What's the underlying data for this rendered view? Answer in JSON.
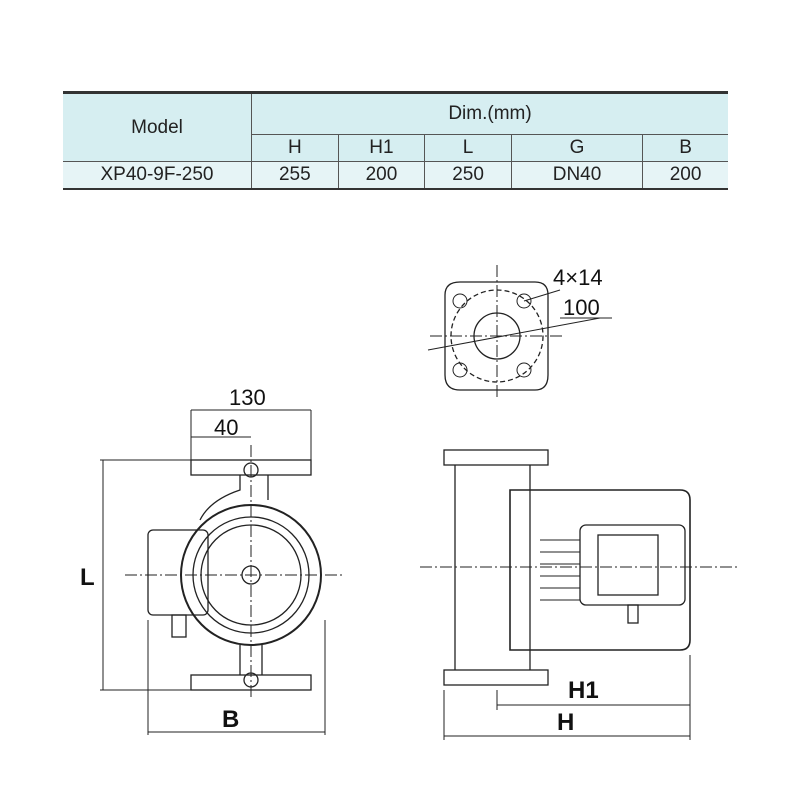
{
  "table": {
    "model_header": "Model",
    "dim_header": "Dim.(mm)",
    "columns": [
      "H",
      "H1",
      "L",
      "G",
      "B"
    ],
    "rows": [
      {
        "model": "XP40-9F-250",
        "values": [
          "255",
          "200",
          "250",
          "DN40",
          "200"
        ]
      }
    ]
  },
  "drawing": {
    "flange_holes": "4×14",
    "flange_pcd": "100",
    "width_130": "130",
    "offset_40": "40",
    "label_L": "L",
    "label_B": "B",
    "label_H1": "H1",
    "label_H": "H"
  }
}
